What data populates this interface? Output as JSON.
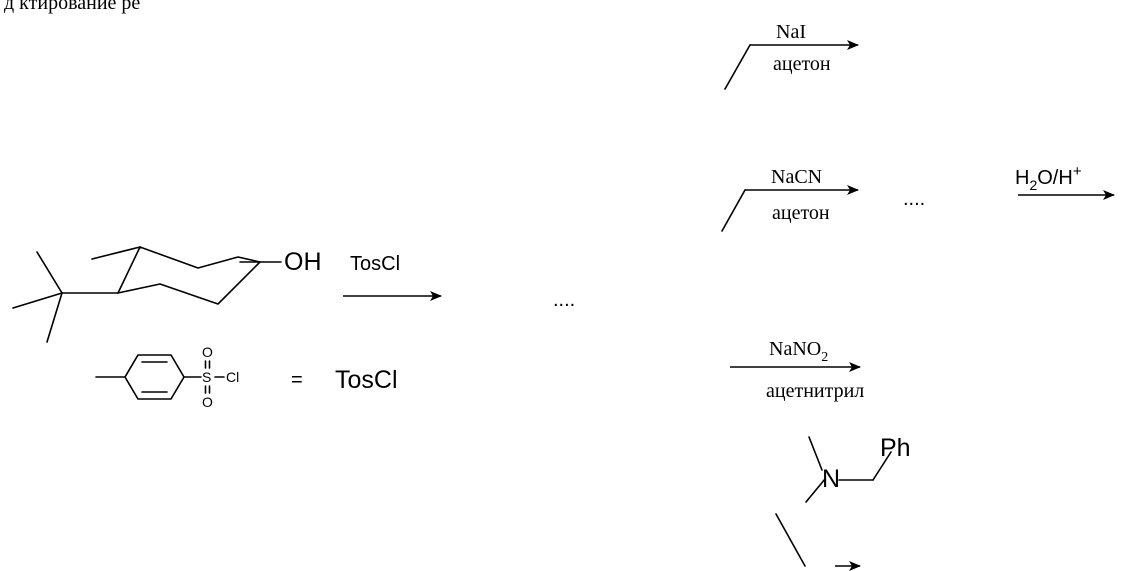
{
  "header_fragment": "д    ктирование         ре",
  "substrate": {
    "hydroxyl_label": "OH"
  },
  "step1": {
    "reagent": "TosCl",
    "product_placeholder": "...."
  },
  "tosyl_definition": {
    "oxygen_top": "O",
    "sulfur": "S",
    "oxygen_bottom": "O",
    "chlorine": "Cl",
    "equals_sign": "=",
    "name": "TosCl"
  },
  "branches": [
    {
      "reagent": "NaI",
      "solvent": "ацетон"
    },
    {
      "reagent": "NaCN",
      "solvent": "ацетон",
      "product_placeholder": "....",
      "next_reagent": {
        "h": "H",
        "h_sub": "2",
        "rest": "O/H",
        "sup": "+"
      }
    },
    {
      "reagent": "NaNO",
      "reagent_sub": "2",
      "solvent": "ацетнитрил"
    },
    {
      "amine_substituent": "Ph",
      "amine_atom": "N"
    }
  ],
  "colors": {
    "ink": "#000000",
    "background": "#ffffff"
  }
}
